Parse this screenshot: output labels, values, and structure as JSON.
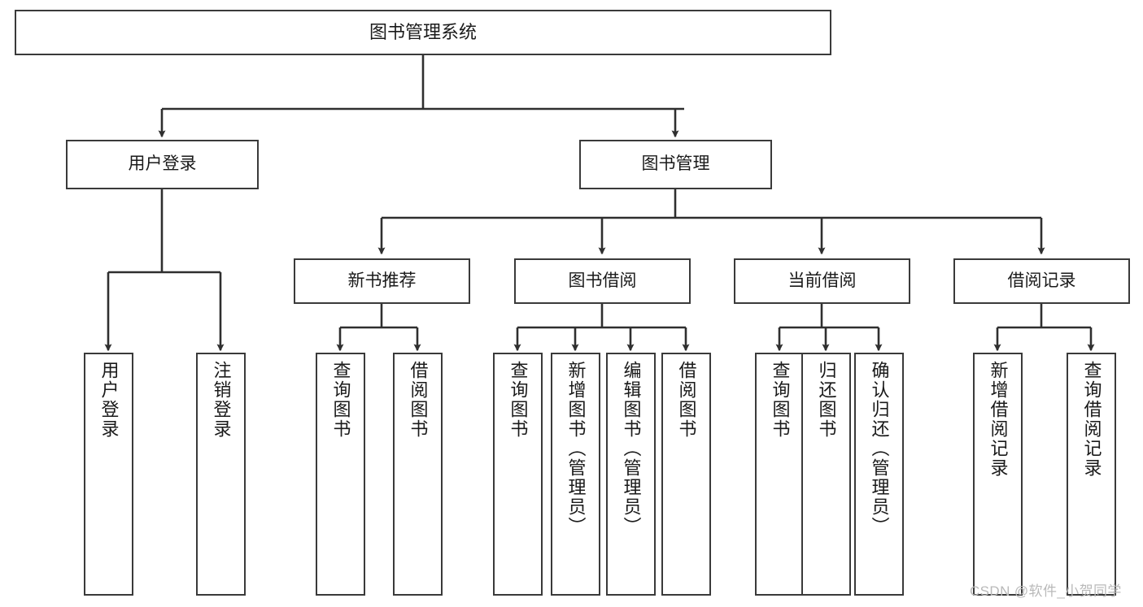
{
  "diagram": {
    "title": "图书管理系统",
    "type": "hierarchy-tree",
    "colors": {
      "box_border": "#3a3a3a",
      "box_fill": "#ffffff",
      "connector": "#2f2f2f",
      "text": "#1a1a1a",
      "watermark": "#b9b9b9",
      "background": "#ffffff"
    },
    "root": {
      "label": "图书管理系统"
    },
    "level2": [
      {
        "label": "用户登录"
      },
      {
        "label": "图书管理"
      }
    ],
    "level3": [
      {
        "label": "新书推荐"
      },
      {
        "label": "图书借阅"
      },
      {
        "label": "当前借阅"
      },
      {
        "label": "借阅记录"
      }
    ],
    "leaves": {
      "user_login": [
        {
          "label": "用户登录"
        },
        {
          "label": "注销登录"
        }
      ],
      "new_book_recommend": [
        {
          "label": "查询图书"
        },
        {
          "label": "借阅图书"
        }
      ],
      "book_borrow": [
        {
          "label": "查询图书"
        },
        {
          "label": "新增图书（管理员）"
        },
        {
          "label": "编辑图书（管理员）"
        },
        {
          "label": "借阅图书"
        }
      ],
      "current_borrow": [
        {
          "label": "查询图书"
        },
        {
          "label": "归还图书"
        },
        {
          "label": "确认归还（管理员）"
        }
      ],
      "borrow_records": [
        {
          "label": "新增借阅记录"
        },
        {
          "label": "查询借阅记录"
        }
      ]
    },
    "watermark": "CSDN @软件_小贺同学"
  }
}
